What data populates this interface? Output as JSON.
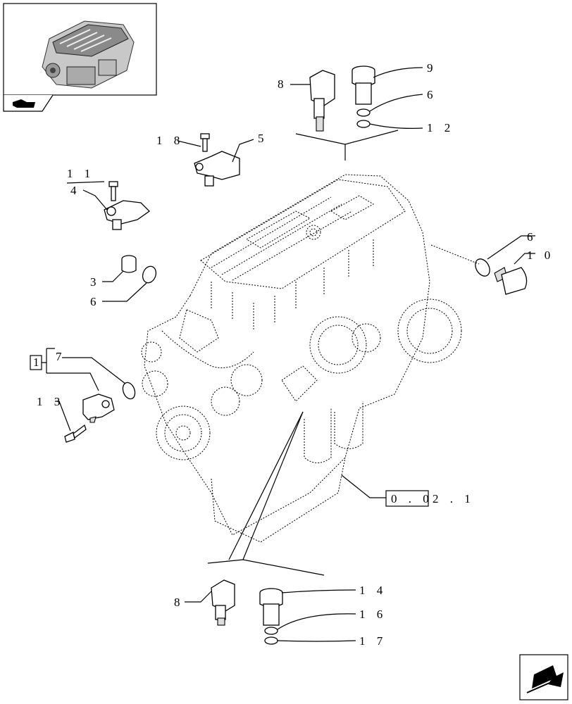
{
  "callouts": {
    "c8_top": "8",
    "c9": "9",
    "c6_top": "6",
    "c12": "1 2",
    "c18": "1 8",
    "c5": "5",
    "c11": "1 1",
    "c4": "4",
    "c3": "3",
    "c6_left": "6",
    "c6_right": "6",
    "c10": "1 0",
    "c7": "7",
    "c13": "1 3",
    "c8_bottom": "8",
    "c14": "1 4",
    "c16": "1 6",
    "c17": "1 7"
  },
  "boxed_one": "1",
  "reference": {
    "boxed": "0 . 0",
    "rest": "2 . 1"
  }
}
